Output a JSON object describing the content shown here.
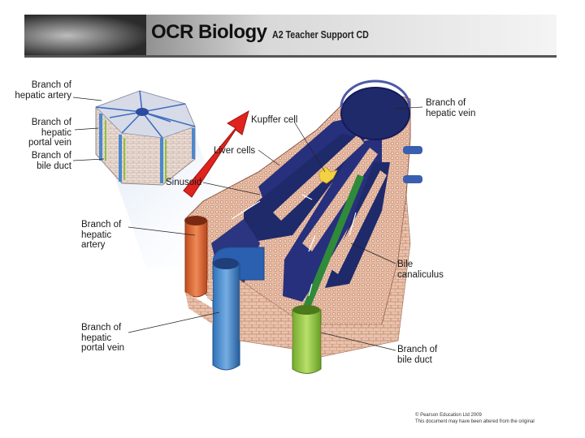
{
  "header": {
    "title": "OCR Biology",
    "subtitle": "A2 Teacher Support CD"
  },
  "labels": {
    "hepatic_artery_lobule": [
      "Branch of",
      "hepatic artery"
    ],
    "portal_vein_lobule": [
      "Branch of hepatic",
      "portal vein"
    ],
    "bile_duct_lobule": [
      "Branch of",
      "bile duct"
    ],
    "kupffer_cell": "Kupffer cell",
    "liver_cells": "Liver cells",
    "sinusoid": "Sinusoid",
    "hepatic_vein": [
      "Branch of",
      "hepatic vein"
    ],
    "hepatic_artery": [
      "Branch of",
      "hepatic",
      "artery"
    ],
    "bile_canaliculus": [
      "Bile",
      "canaliculus"
    ],
    "hepatic_portal_vein": [
      "Branch of",
      "hepatic",
      "portal vein"
    ],
    "bile_duct": [
      "Branch of",
      "bile duct"
    ]
  },
  "footer": {
    "copyright": "© Pearson Education Ltd 2009",
    "notice": "This document may have been altered from the original"
  },
  "colors": {
    "hepatic_vein": "#1f2a6b",
    "artery": "#d9622b",
    "portal_vein": "#3a7fc4",
    "bile_duct": "#8cc43c",
    "liver_tissue": "#e7b9a0",
    "arrow": "#e0231f"
  }
}
